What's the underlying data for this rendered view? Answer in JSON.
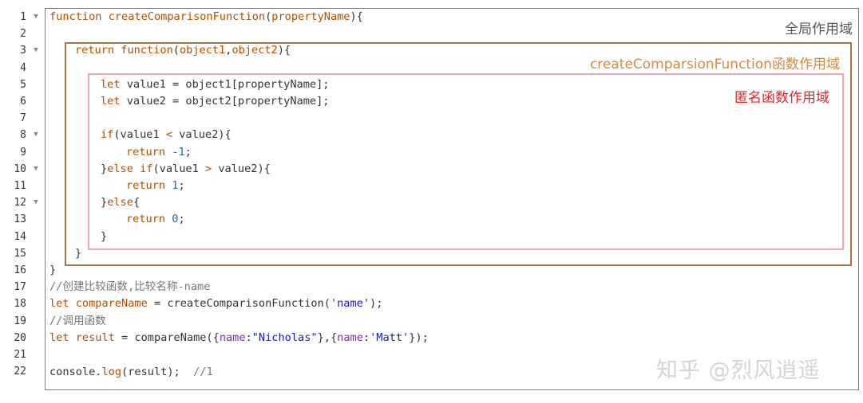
{
  "line_numbers": [
    "1",
    "2",
    "3",
    "4",
    "5",
    "6",
    "7",
    "8",
    "9",
    "10",
    "11",
    "12",
    "13",
    "14",
    "15",
    "16",
    "17",
    "18",
    "19",
    "20",
    "21",
    "22"
  ],
  "fold_lines": [
    1,
    3,
    8,
    10,
    12
  ],
  "code": {
    "l1": {
      "a": "function",
      "b": " ",
      "c": "createComparisonFunction",
      "d": "(",
      "e": "propertyName",
      "f": "){"
    },
    "l3": {
      "a": "return",
      "b": " function",
      "c": "(",
      "d": "object1",
      "e": ",",
      "f": "object2",
      "g": "){"
    },
    "l5": {
      "a": "let",
      "b": " value1 = object1[propertyName];"
    },
    "l6": {
      "a": "let",
      "b": " value2 = object2[propertyName];"
    },
    "l8": {
      "a": "if",
      "b": "(value1 ",
      "c": "<",
      "d": " value2){"
    },
    "l9": {
      "a": "return",
      "b": " ",
      "c": "-1",
      "d": ";"
    },
    "l10": {
      "a": "}",
      "b": "else if",
      "c": "(value1 ",
      "d": ">",
      "e": " value2){"
    },
    "l11": {
      "a": "return",
      "b": " ",
      "c": "1",
      "d": ";"
    },
    "l12": {
      "a": "}",
      "b": "else",
      "c": "{"
    },
    "l13": {
      "a": "return",
      "b": " ",
      "c": "0",
      "d": ";"
    },
    "l14": {
      "a": "}"
    },
    "l15": {
      "a": "}"
    },
    "l16": {
      "a": "}"
    },
    "l17": {
      "a": "//创建比较函数,比较名称-name"
    },
    "l18": {
      "a": "let",
      "b": " ",
      "c": "compareName",
      "d": " = createComparisonFunction(",
      "e": "'name'",
      "f": ");"
    },
    "l19": {
      "a": "//调用函数"
    },
    "l20": {
      "a": "let",
      "b": " ",
      "c": "result",
      "d": " = compareName({",
      "e": "name",
      "f": ":",
      "g": "\"Nicholas\"",
      "h": "},{",
      "i": "name",
      "j": ":",
      "k": "'Matt'",
      "l": "});"
    },
    "l22": {
      "a": "console.",
      "b": "log",
      "c": "(result);  ",
      "d": "//1"
    }
  },
  "scope_labels": {
    "global": "全局作用域",
    "create": "createComparsionFunction函数作用域",
    "anon": "匿名函数作用域"
  },
  "watermark": "知乎 @烈风逍遥",
  "colors": {
    "keyword": "#b04f00",
    "number": "#1c6e92",
    "string": "#1a1aa6",
    "property": "#7a27b8",
    "comment": "#777777",
    "global_border": "#7a7a7a",
    "create_border": "#a5764a",
    "anon_border": "#e8a6b8",
    "create_label": "#d48a3a",
    "anon_label": "#d62a2a"
  }
}
